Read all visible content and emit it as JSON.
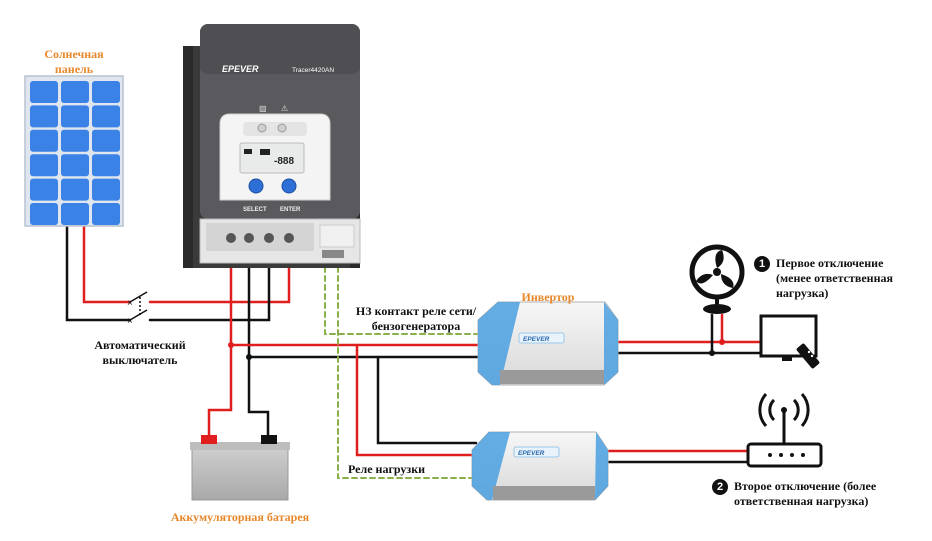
{
  "labels": {
    "solar_panel": "Солнечная панель",
    "breaker": "Автоматический выключатель",
    "battery": "Аккумуляторная батарея",
    "inverter": "Инвертор",
    "nc_contact": "НЗ контакт реле сети/бензогенератора",
    "load_relay": "Реле нагрузки",
    "first_cutoff": "Первое отключение (менее ответственная нагрузка)",
    "second_cutoff": "Второе отключение (более ответственная нагрузка)"
  },
  "badges": {
    "first": "1",
    "second": "2"
  },
  "controller": {
    "brand": "EPEVER",
    "model": "Tracer4420AN",
    "select_label": "SELECT",
    "enter_label": "ENTER",
    "display_digits": "-888"
  },
  "inverter_brand": "EPEVER",
  "colors": {
    "positive_wire": "#e01e1e",
    "negative_wire": "#111111",
    "relay_wire": "#8ab04a",
    "label_accent": "#e8872a",
    "solar_cell": "#3b82e6",
    "inverter_accent": "#4aa0e0"
  },
  "icons": [
    "fan-icon",
    "tv-icon",
    "remote-icon",
    "router-icon",
    "solar-panel-icon",
    "battery-icon"
  ]
}
